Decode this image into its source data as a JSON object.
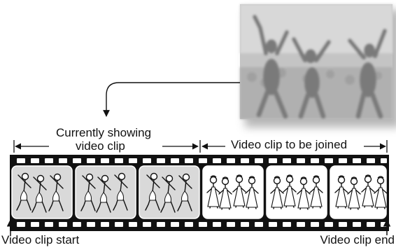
{
  "labels": {
    "current_line1": "Currently showing",
    "current_line2": "video clip",
    "to_be_joined": "Video clip to be joined",
    "clip_start": "Video clip start",
    "clip_end": "Video clip end"
  },
  "filmstrip": {
    "current_clip_frames": 3,
    "joined_clip_frames": 3
  },
  "colors": {
    "film": "#111111",
    "current_frame_fill": "#d9d9d9",
    "joined_frame_fill": "#ffffff",
    "photo_bg": "#c8c8c8"
  },
  "icons": {
    "arrow": "arrow-icon",
    "photo": "dancers-photo"
  }
}
